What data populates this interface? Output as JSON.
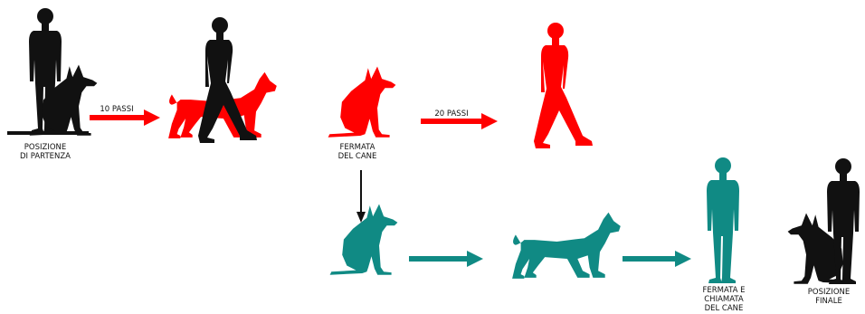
{
  "colors": {
    "black": "#111111",
    "red": "#ff0000",
    "teal": "#108a84"
  },
  "labels": {
    "start": [
      "POSIZIONE",
      "DI PARTENZA"
    ],
    "steps_10": "10 PASSI",
    "stop_dog": [
      "FERMATA",
      "DEL CANE"
    ],
    "steps_20": "20 PASSI",
    "stop_and_call": [
      "FERMATA E",
      "CHIAMATA",
      "DEL CANE"
    ],
    "final": [
      "POSIZIONE",
      "FINALE"
    ]
  },
  "icons": [
    "man-standing-icon",
    "dog-sitting-icon",
    "man-walking-icon",
    "dog-walking-icon",
    "arrow-right-icon",
    "arrow-down-icon"
  ]
}
